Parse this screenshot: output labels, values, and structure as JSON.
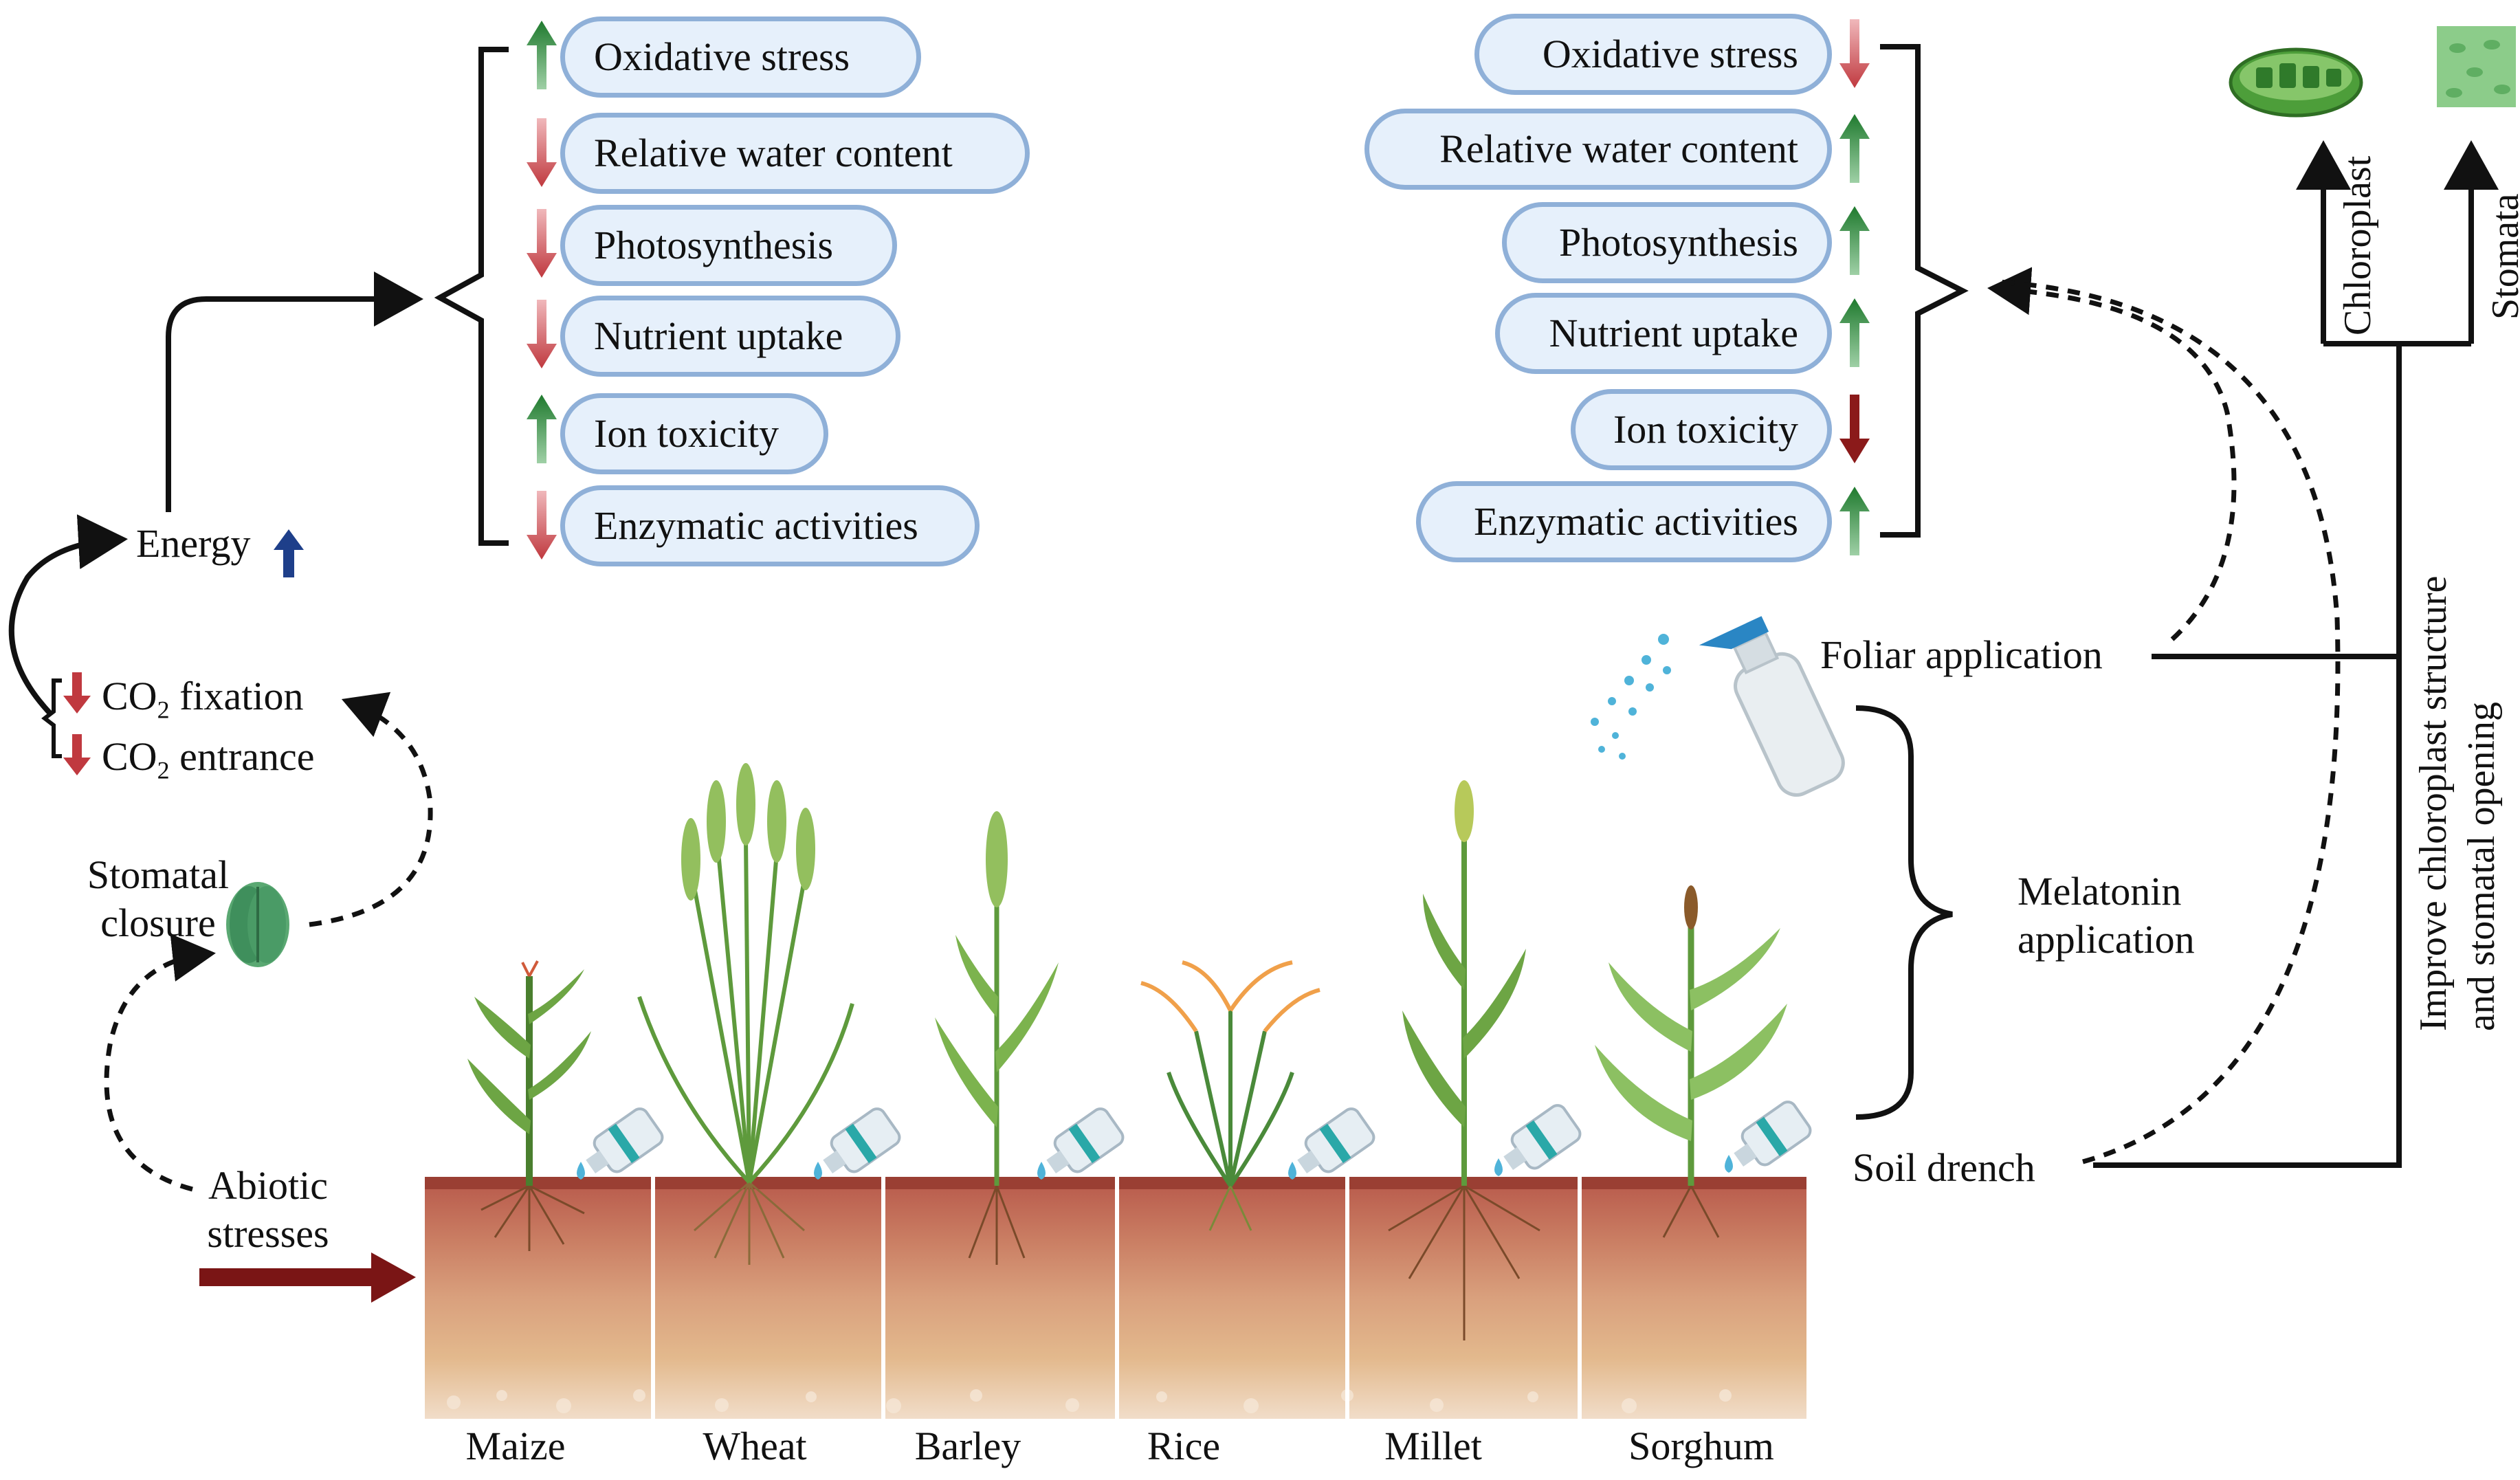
{
  "stress_effects": {
    "items": [
      {
        "label": "Oxidative stress",
        "trend": "up"
      },
      {
        "label": "Relative water content",
        "trend": "down"
      },
      {
        "label": "Photosynthesis",
        "trend": "down"
      },
      {
        "label": "Nutrient uptake",
        "trend": "down"
      },
      {
        "label": "Ion toxicity",
        "trend": "up"
      },
      {
        "label": "Enzymatic activities",
        "trend": "down"
      }
    ]
  },
  "melatonin_effects": {
    "items": [
      {
        "label": "Oxidative stress",
        "trend": "down"
      },
      {
        "label": "Relative water content",
        "trend": "up"
      },
      {
        "label": "Photosynthesis",
        "trend": "up"
      },
      {
        "label": "Nutrient uptake",
        "trend": "up"
      },
      {
        "label": "Ion toxicity",
        "trend": "down"
      },
      {
        "label": "Enzymatic activities",
        "trend": "up"
      }
    ]
  },
  "left_flow": {
    "energy": "Energy",
    "co2_fixation_prefix": "CO",
    "co2_fixation_sub": "2",
    "co2_fixation_suffix": " fixation",
    "co2_entrance_prefix": "CO",
    "co2_entrance_sub": "2",
    "co2_entrance_suffix": " entrance",
    "stomatal_line1": "Stomatal",
    "stomatal_line2": "closure",
    "abiotic_line1": "Abiotic",
    "abiotic_line2": "stresses"
  },
  "application": {
    "foliar": "Foliar application",
    "melatonin_line1": "Melatonin",
    "melatonin_line2": "application",
    "soil": "Soil drench",
    "improve_line1": "Improve chloroplast structure",
    "improve_line2": "and stomatal opening",
    "chloroplast": "Chloroplast",
    "stomata": "Stomata"
  },
  "crops": [
    "Maize",
    "Wheat",
    "Barley",
    "Rice",
    "Millet",
    "Sorghum"
  ],
  "colors": {
    "up_arrow": "#1f7a2e",
    "down_arrow": "#c0393f",
    "down_arrow_dark": "#8b1a1a",
    "pill_border": "#8fb0d8",
    "pill_fill": "#e6f0fb",
    "stress_arrow": "#7a1515",
    "energy_arrow": "#1e3f8a"
  }
}
